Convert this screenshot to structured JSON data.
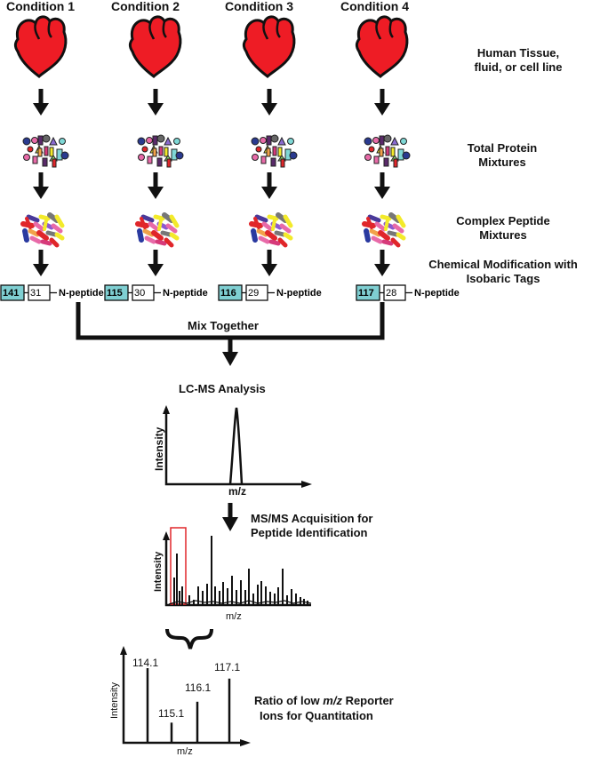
{
  "conditions": [
    "Condition 1",
    "Condition 2",
    "Condition 3",
    "Condition 4"
  ],
  "steps": {
    "tissue": [
      "Human Tissue,",
      "fluid, or cell line"
    ],
    "protein": [
      "Total Protein",
      "Mixtures"
    ],
    "peptide": [
      "Complex Peptide",
      "Mixtures"
    ],
    "modification": [
      "Chemical Modification with",
      "Isobaric Tags"
    ]
  },
  "tags": [
    {
      "reporter": "141",
      "balance": "31",
      "peptide": "N-peptide"
    },
    {
      "reporter": "115",
      "balance": "30",
      "peptide": "N-peptide"
    },
    {
      "reporter": "116",
      "balance": "29",
      "peptide": "N-peptide"
    },
    {
      "reporter": "117",
      "balance": "28",
      "peptide": "N-peptide"
    }
  ],
  "mix_label": "Mix Together",
  "lcms_label": "LC-MS Analysis",
  "msms_label": [
    "MS/MS Acquisition for",
    "Peptide Identification"
  ],
  "ratio_label": [
    "Ratio of low ",
    "m/z",
    " Reporter",
    "Ions for Quantitation"
  ],
  "axis": {
    "intensity": "Intensity",
    "mz": "m/z"
  },
  "reporter_peaks": {
    "labels": [
      "114.1",
      "115.1",
      "116.1",
      "117.1"
    ],
    "heights": [
      1.0,
      0.27,
      0.55,
      0.86
    ]
  },
  "colors": {
    "heart": "#ee1c25",
    "tag": "#7fcfd2",
    "highlight": "#e0262a"
  }
}
